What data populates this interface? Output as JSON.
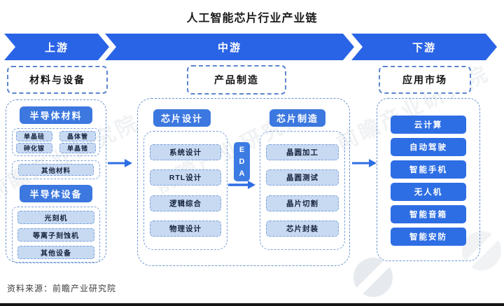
{
  "title": "人工智能芯片行业产业链",
  "band": {
    "segments": [
      {
        "label": "上游"
      },
      {
        "label": "中游"
      },
      {
        "label": "下游"
      }
    ]
  },
  "sections": {
    "upstream": {
      "label": "材料与设备",
      "materials_header": "半导体材料",
      "materials_grid": [
        "单晶硅",
        "晶体管",
        "砷化镓",
        "单晶锗"
      ],
      "other_material": "其他材料",
      "equipment_header": "半导体设备",
      "equipment_items": [
        "光刻机",
        "等离子刻蚀机",
        "其他设备"
      ]
    },
    "midstream": {
      "label": "产品制造",
      "design": {
        "header": "芯片设计",
        "items": [
          "系统设计",
          "RTL设计",
          "逻辑综合",
          "物理设计"
        ]
      },
      "eda": {
        "letters": [
          "E",
          "D",
          "A"
        ]
      },
      "manufacture": {
        "header": "芯片制造",
        "items": [
          "晶圆加工",
          "晶圆测试",
          "晶片切割",
          "芯片封装"
        ]
      }
    },
    "downstream": {
      "label": "应用市场",
      "items": [
        "云计算",
        "自动驾驶",
        "智能手机",
        "无人机",
        "智能音箱",
        "智能安防"
      ]
    }
  },
  "source": "资料来源：前瞻产业研究院",
  "watermark": "前瞻产业研究院",
  "colors": {
    "band_blue": "#2A64E6",
    "header_blue": "#3C78DF",
    "button_blue": "#2E6EE4",
    "item_fill": "#C8DAF2",
    "item_border": "#7AA0D8",
    "container_border": "#6A93D0"
  }
}
